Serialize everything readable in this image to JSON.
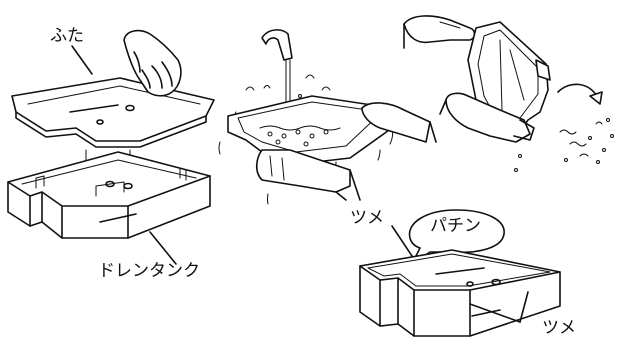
{
  "labels": {
    "lid": "ふた",
    "drain_tank": "ドレンタンク",
    "click": "パチン",
    "tab_top": "ツメ",
    "tab_bottom": "ツメ"
  }
}
